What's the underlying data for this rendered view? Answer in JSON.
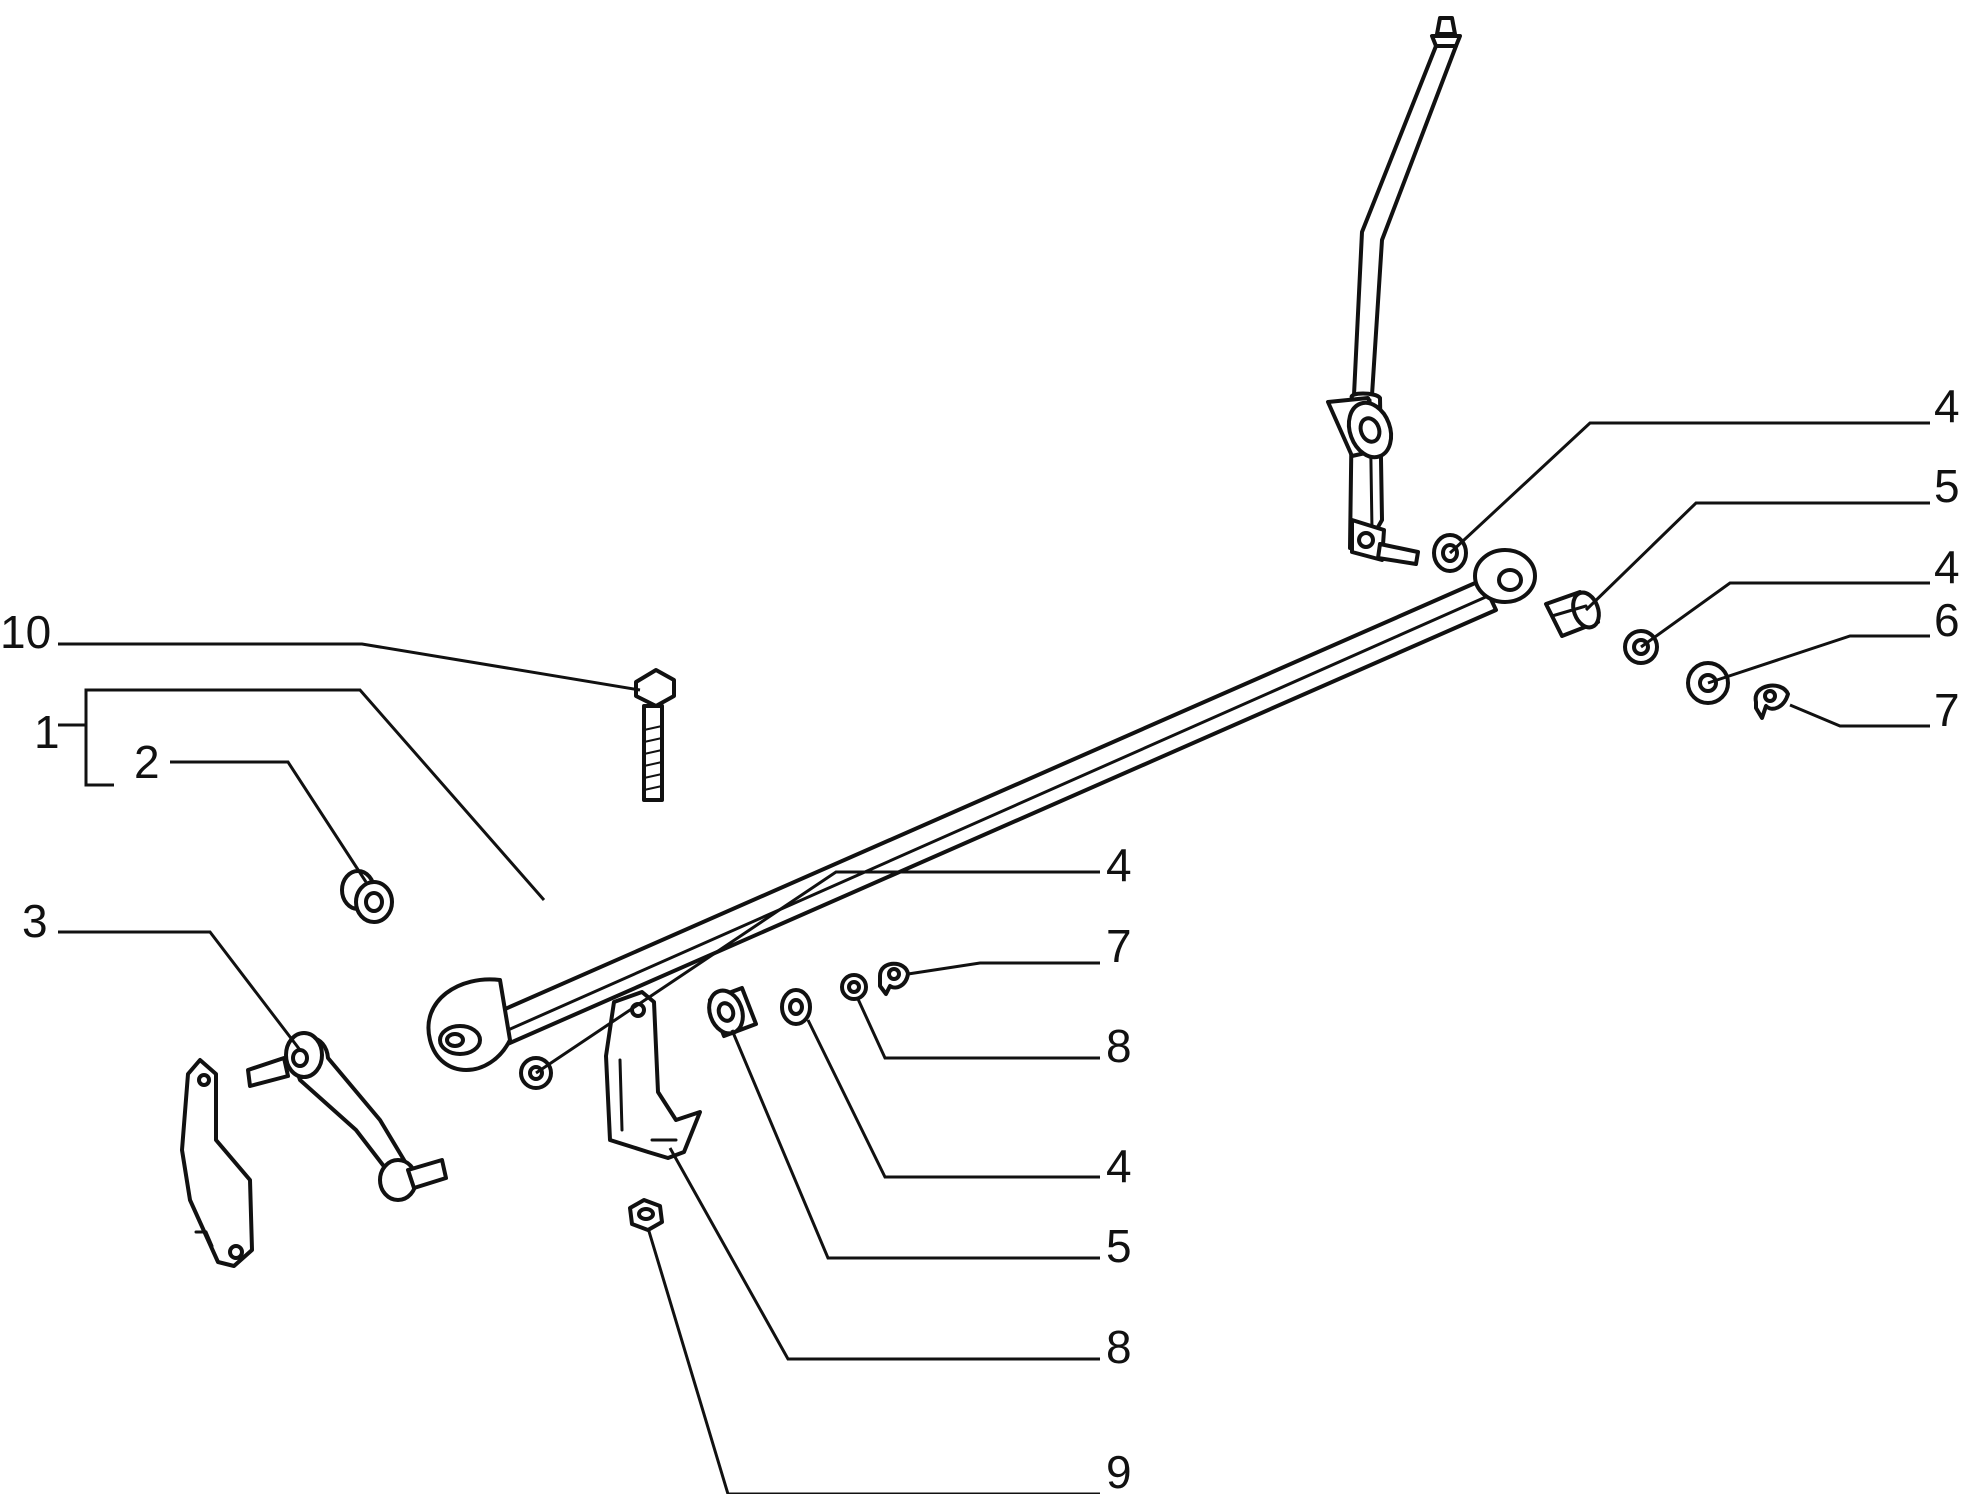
{
  "diagram": {
    "callouts": [
      {
        "id": "c10",
        "label": "10"
      },
      {
        "id": "c1",
        "label": "1"
      },
      {
        "id": "c2",
        "label": "2"
      },
      {
        "id": "c3",
        "label": "3"
      },
      {
        "id": "c4a",
        "label": "4"
      },
      {
        "id": "c5a",
        "label": "5"
      },
      {
        "id": "c4b",
        "label": "4"
      },
      {
        "id": "c6",
        "label": "6"
      },
      {
        "id": "c7a",
        "label": "7"
      },
      {
        "id": "c4c",
        "label": "4"
      },
      {
        "id": "c7b",
        "label": "7"
      },
      {
        "id": "c8a",
        "label": "8"
      },
      {
        "id": "c4d",
        "label": "4"
      },
      {
        "id": "c5b",
        "label": "5"
      },
      {
        "id": "c8b",
        "label": "8"
      },
      {
        "id": "c9",
        "label": "9"
      }
    ]
  }
}
